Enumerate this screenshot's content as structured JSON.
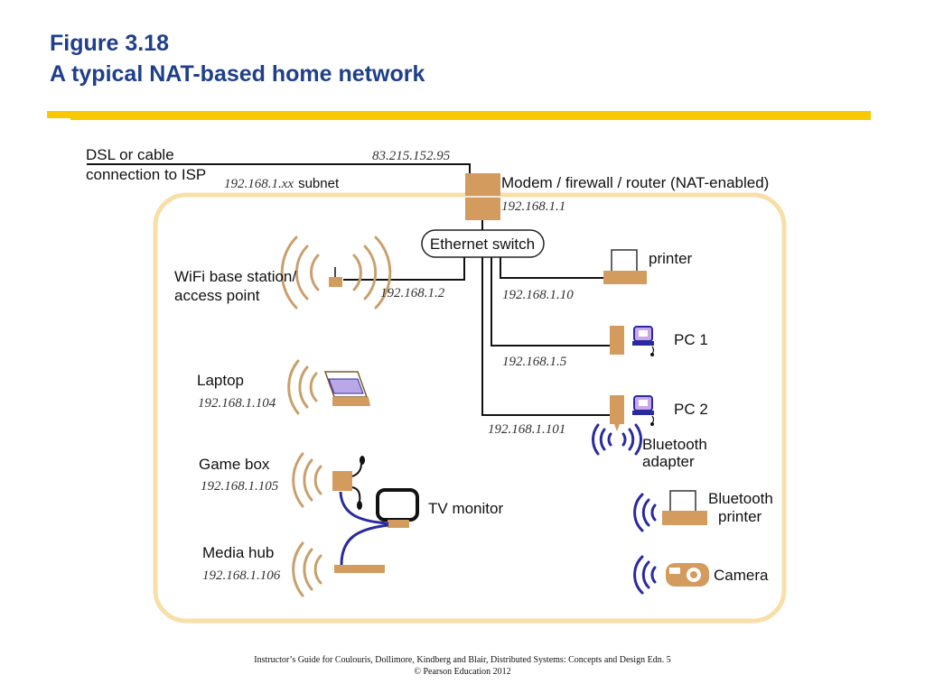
{
  "slide": {
    "figure_number": "Figure 3.18",
    "figure_title": "A typical NAT-based home network",
    "colors": {
      "accent_rule": "#f8c800",
      "device": "#d49b5f",
      "network_boundary": "#f8dfa8",
      "bluetooth": "#2a2aa0"
    }
  },
  "diagram": {
    "isp": {
      "line1": "DSL or cable",
      "line2": "connection to ISP",
      "public_ip": "83.215.152.95"
    },
    "subnet": {
      "ip": "192.168.1.xx",
      "suffix": "subnet"
    },
    "router": {
      "label": "Modem / firewall / router (NAT-enabled)",
      "ip": "192.168.1.1"
    },
    "switch": {
      "label": "Ethernet switch"
    },
    "wifi": {
      "line1": "WiFi base station/",
      "line2": "access point",
      "ip": "192.168.1.2"
    },
    "printer": {
      "label": "printer",
      "ip": "192.168.1.10"
    },
    "pc1": {
      "label": "PC 1",
      "ip": "192.168.1.5"
    },
    "pc2": {
      "label": "PC 2",
      "ip": "192.168.1.101"
    },
    "bt_adapter": {
      "line1": "Bluetooth",
      "line2": "adapter"
    },
    "laptop": {
      "label": "Laptop",
      "ip": "192.168.1.104"
    },
    "game_box": {
      "label": "Game box",
      "ip": "192.168.1.105"
    },
    "tv": {
      "label": "TV monitor"
    },
    "media_hub": {
      "label": "Media hub",
      "ip": "192.168.1.106"
    },
    "bt_printer": {
      "line1": "Bluetooth",
      "line2": "printer"
    },
    "camera": {
      "label": "Camera"
    }
  },
  "footer": {
    "line1": "Instructor’s Guide for Coulouris, Dollimore, Kindberg and Blair, Distributed Systems: Concepts and Design Edn. 5",
    "line2": "© Pearson Education 2012"
  }
}
